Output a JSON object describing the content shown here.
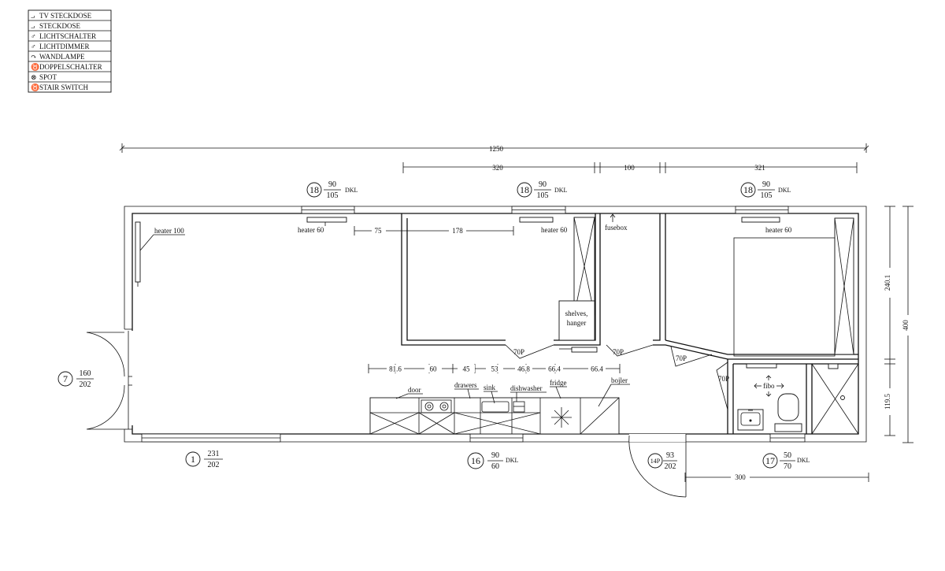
{
  "legend": [
    {
      "icon": "tv-socket-icon",
      "label": "TV STECKDOSE"
    },
    {
      "icon": "socket-icon",
      "label": "STECKDOSE"
    },
    {
      "icon": "light-switch-icon",
      "label": "LICHTSCHALTER"
    },
    {
      "icon": "dimmer-icon",
      "label": "LICHTDIMMER"
    },
    {
      "icon": "wall-lamp-icon",
      "label": "WANDLAMPE"
    },
    {
      "icon": "double-switch-icon",
      "label": "DOPPELSCHALTER"
    },
    {
      "icon": "spot-icon",
      "label": "SPOT"
    },
    {
      "icon": "stair-switch-icon",
      "label": "STAIR SWITCH"
    }
  ],
  "dimensions": {
    "total": "1250",
    "seg1": "320",
    "seg2": "100",
    "seg3": "321",
    "d75": "75",
    "d178": "178",
    "kitchen": [
      "81.6",
      "60",
      "45",
      "53",
      "46.8",
      "66.4",
      "66.4"
    ],
    "height_total": "400",
    "h_upper": "240.1",
    "h_lower": "119.5",
    "bottom": "300"
  },
  "windows_top": [
    {
      "num": "18",
      "top": "90",
      "bottom": "105",
      "note": "DKL"
    },
    {
      "num": "18",
      "top": "90",
      "bottom": "105",
      "note": "DKL"
    },
    {
      "num": "18",
      "top": "90",
      "bottom": "105",
      "note": "DKL"
    }
  ],
  "window_bottom_left": {
    "num": "1",
    "top": "231",
    "bottom": "202"
  },
  "window_bottom_mid": {
    "num": "16",
    "top": "90",
    "bottom": "60",
    "note": "DKL"
  },
  "window_bath": {
    "num": "17",
    "top": "50",
    "bottom": "70",
    "note": "DKL"
  },
  "door_left": {
    "num": "7",
    "top": "160",
    "bottom": "202"
  },
  "door_entry": {
    "num": "14P",
    "top": "93",
    "bottom": "202"
  },
  "labels": {
    "heater_100": "heater 100",
    "heater_60": "heater 60",
    "fusebox": "fusebox",
    "shelves": "shelves,",
    "hanger": "hanger",
    "door70": "70P",
    "door": "door",
    "drawers": "drawers",
    "sink": "sink",
    "dishwasher": "dishwasher",
    "fridge": "fridge",
    "bojler": "bojler",
    "fibo": "fibo"
  }
}
